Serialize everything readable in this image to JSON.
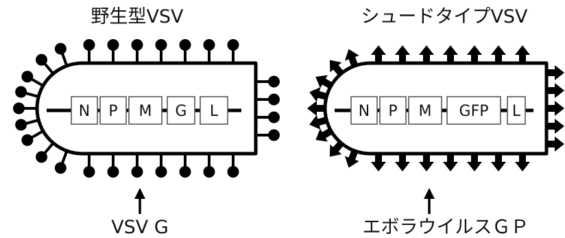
{
  "panels": [
    {
      "title": "野生型VSV",
      "genes": [
        "N",
        "P",
        "M",
        "G",
        "L"
      ],
      "glycoprotein_label": "VSV G",
      "glycoprotein_icon": "lollipop-spike-icon"
    },
    {
      "title": "シュードタイプVSV",
      "genes": [
        "N",
        "P",
        "M",
        "GFP",
        "L"
      ],
      "glycoprotein_label": "エボラウイルスＧＰ",
      "glycoprotein_icon": "arrowhead-spike-icon"
    }
  ]
}
